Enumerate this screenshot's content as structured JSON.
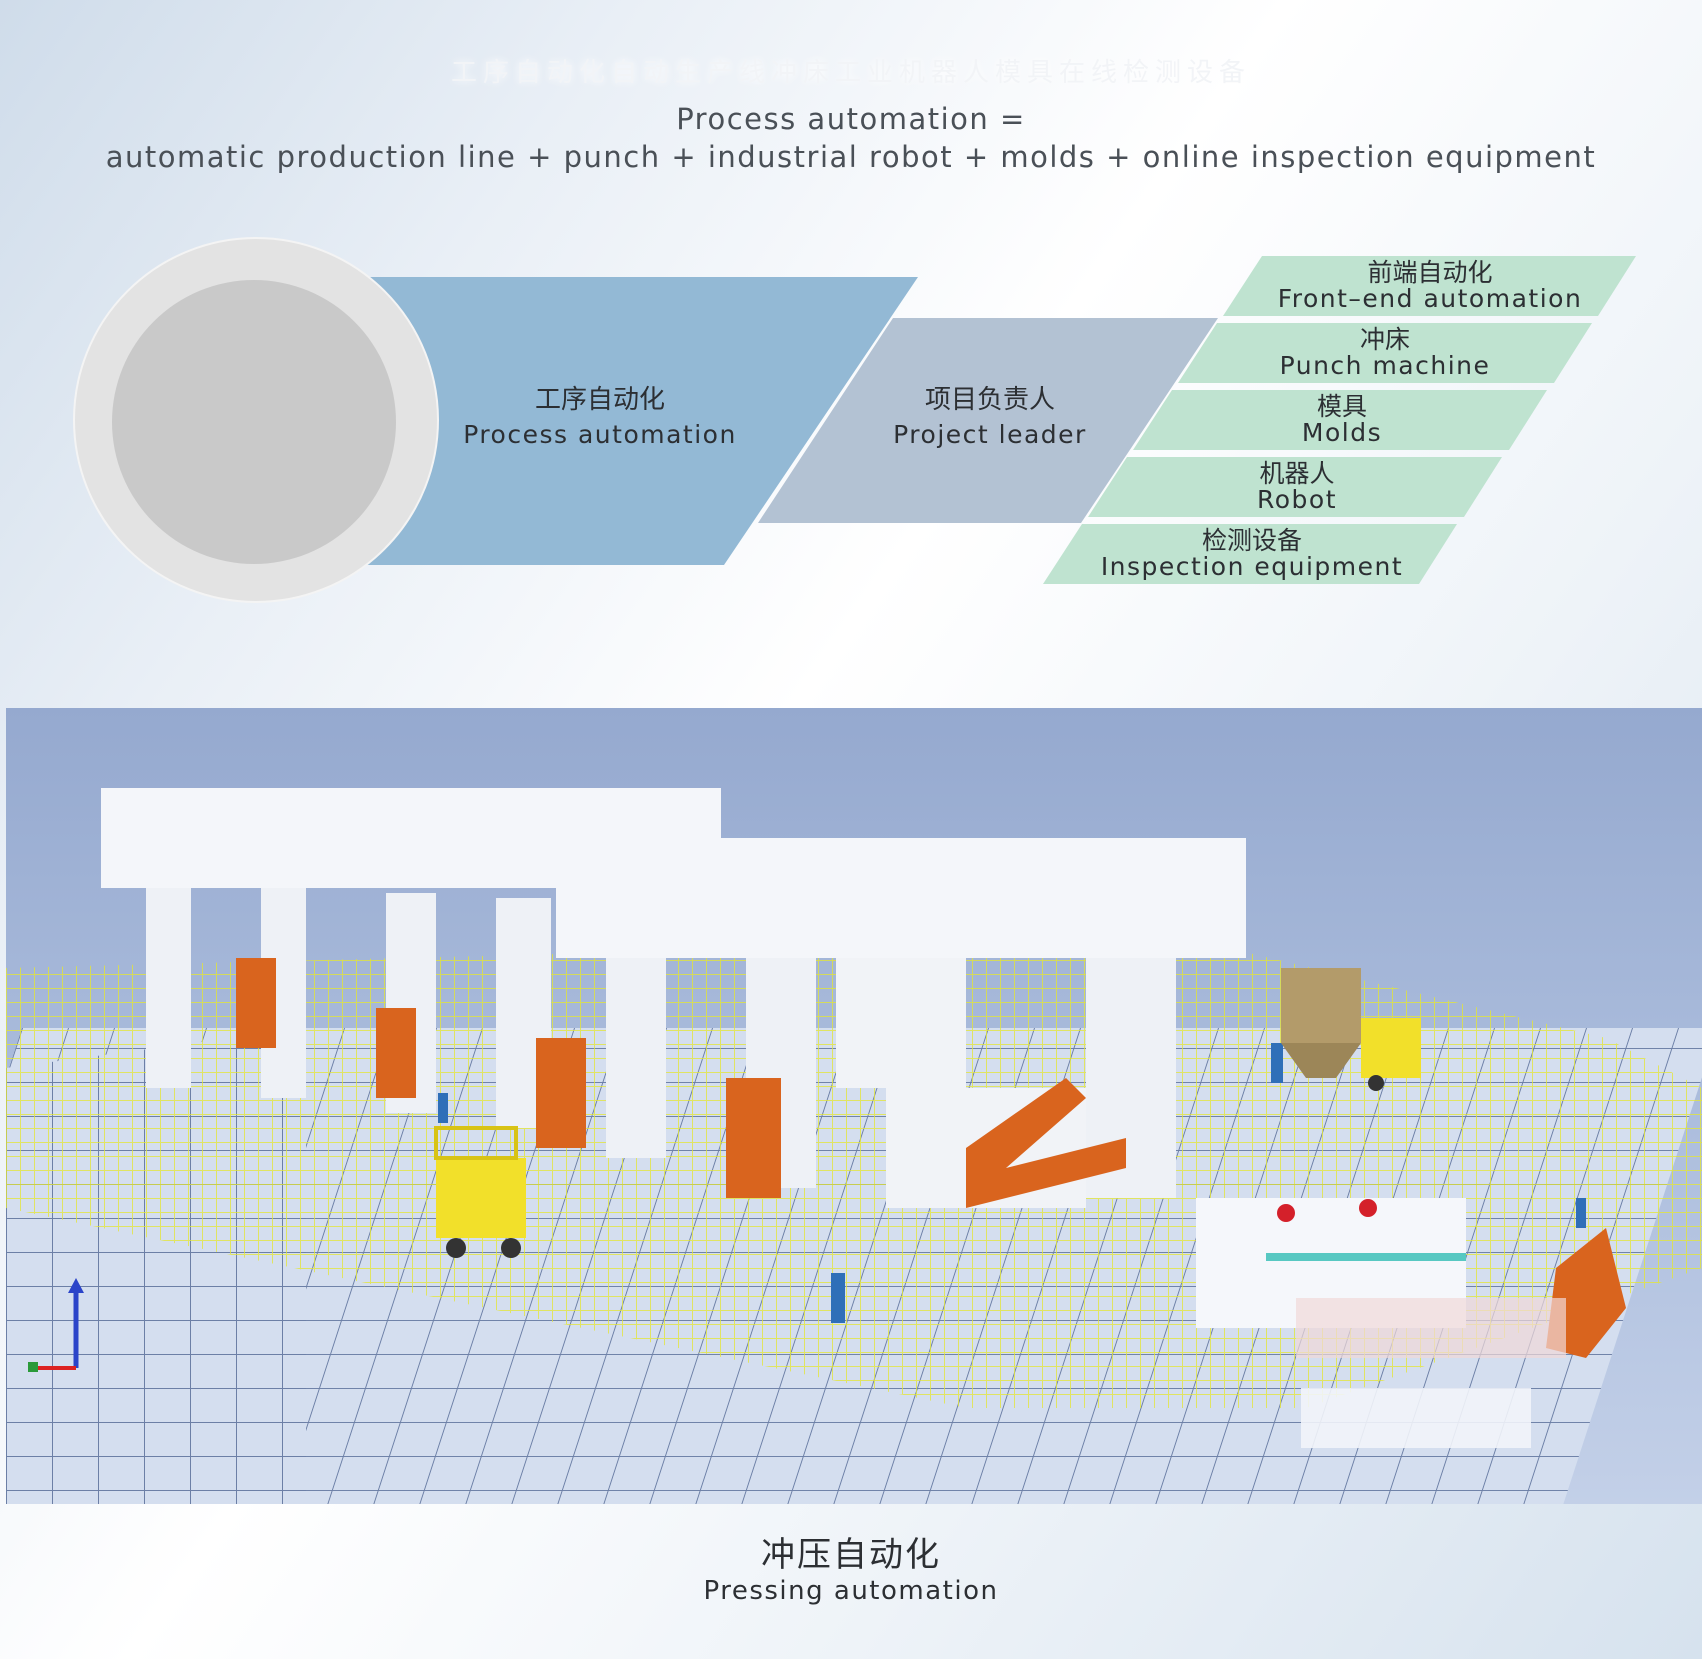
{
  "header": {
    "faded_title": "工序自动化自动生产线冲床工业机器人模具在线检测设备",
    "line1": "Process automation =",
    "line2": "automatic production line + punch + industrial robot + molds + online inspection equipment"
  },
  "diagram": {
    "process": {
      "cn": "工序自动化",
      "en": "Process automation"
    },
    "leader": {
      "cn": "项目负责人",
      "en": "Project leader"
    },
    "items": [
      {
        "cn": "前端自动化",
        "en": "Front–end automation"
      },
      {
        "cn": "冲床",
        "en": "Punch machine"
      },
      {
        "cn": "模具",
        "en": "Molds"
      },
      {
        "cn": "机器人",
        "en": "Robot"
      },
      {
        "cn": "检测设备",
        "en": "Inspection equipment"
      }
    ]
  },
  "caption": {
    "cn": "冲压自动化",
    "en": "Pressing automation"
  },
  "colors": {
    "process_fill": "#93b9d5",
    "leader_fill": "#b3c2d3",
    "item_fill": "#bfe3d0",
    "circle_ring": "#e3e3e3",
    "circle_inner": "#c9c9c9"
  }
}
